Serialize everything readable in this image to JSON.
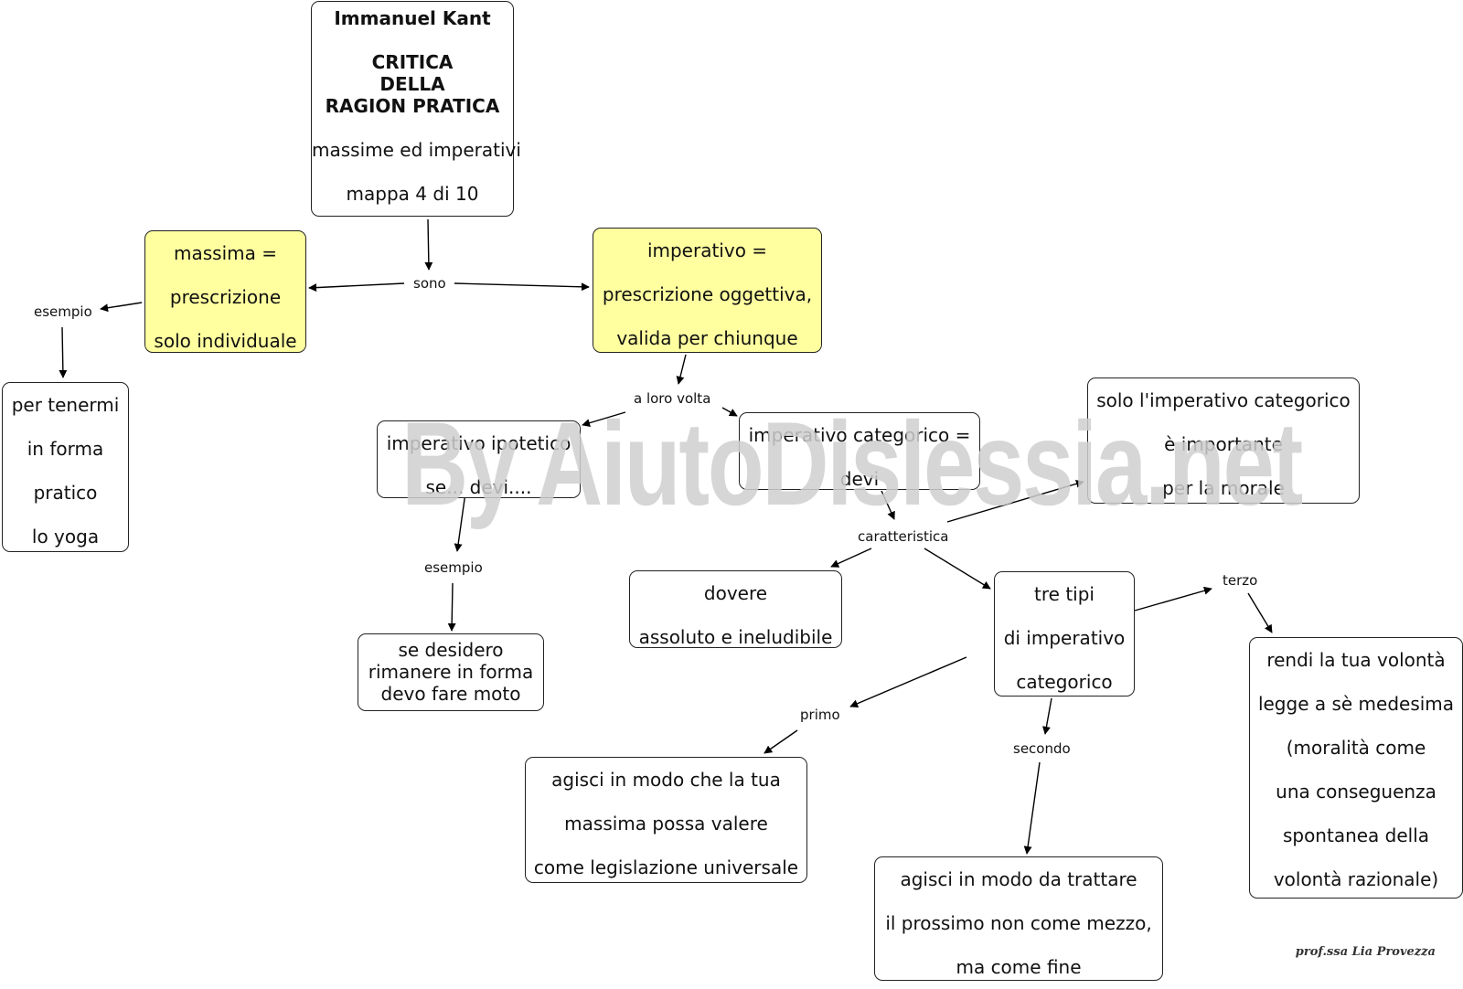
{
  "title_node": {
    "author": "Immanuel Kant",
    "title_lines": [
      "CRITICA",
      "DELLA",
      "RAGION PRATICA"
    ],
    "subtitle": "massime ed imperativi",
    "map_index": "mappa 4 di 10"
  },
  "nodes": {
    "massima": [
      "massima =",
      "prescrizione",
      "solo individuale"
    ],
    "per_tenermi": [
      "per tenermi",
      "in forma",
      "pratico",
      "lo yoga"
    ],
    "imperativo": [
      "imperativo =",
      "prescrizione oggettiva,",
      "valida per chiunque"
    ],
    "ipotetico": [
      "imperativo ipotetico",
      "se... devi...."
    ],
    "se_desidero": [
      "se desidero",
      "rimanere in forma",
      "devo fare moto"
    ],
    "categorico": [
      "imperativo categorico =",
      "devi"
    ],
    "solo_categorico": [
      "solo l'imperativo categorico",
      "è importante",
      "per la morale"
    ],
    "dovere": [
      "dovere",
      "assoluto e ineludibile"
    ],
    "tre_tipi": [
      "tre tipi",
      "di imperativo",
      "categorico"
    ],
    "rendi": [
      "rendi la tua volontà",
      "legge a sè medesima",
      "(moralità come",
      "una conseguenza",
      "spontanea della",
      "volontà razionale)"
    ],
    "agisci_massima": [
      "agisci in modo che la tua",
      "massima possa valere",
      "come legislazione universale"
    ],
    "agisci_prossimo": [
      "agisci in modo da trattare",
      "il prossimo non come mezzo,",
      "ma come fine"
    ]
  },
  "links": {
    "sono": "sono",
    "esempio_massima": "esempio",
    "a_loro_volta": "a loro volta",
    "esempio_ipotetico": "esempio",
    "caratteristica": "caratteristica",
    "terzo": "terzo",
    "primo": "primo",
    "secondo": "secondo"
  },
  "watermark": "By AiutoDislessia.net",
  "signature": "prof.ssa Lia Provezza",
  "colors": {
    "highlight": "#ffffa0",
    "border": "#222222",
    "watermark": "#cfcfcf"
  }
}
